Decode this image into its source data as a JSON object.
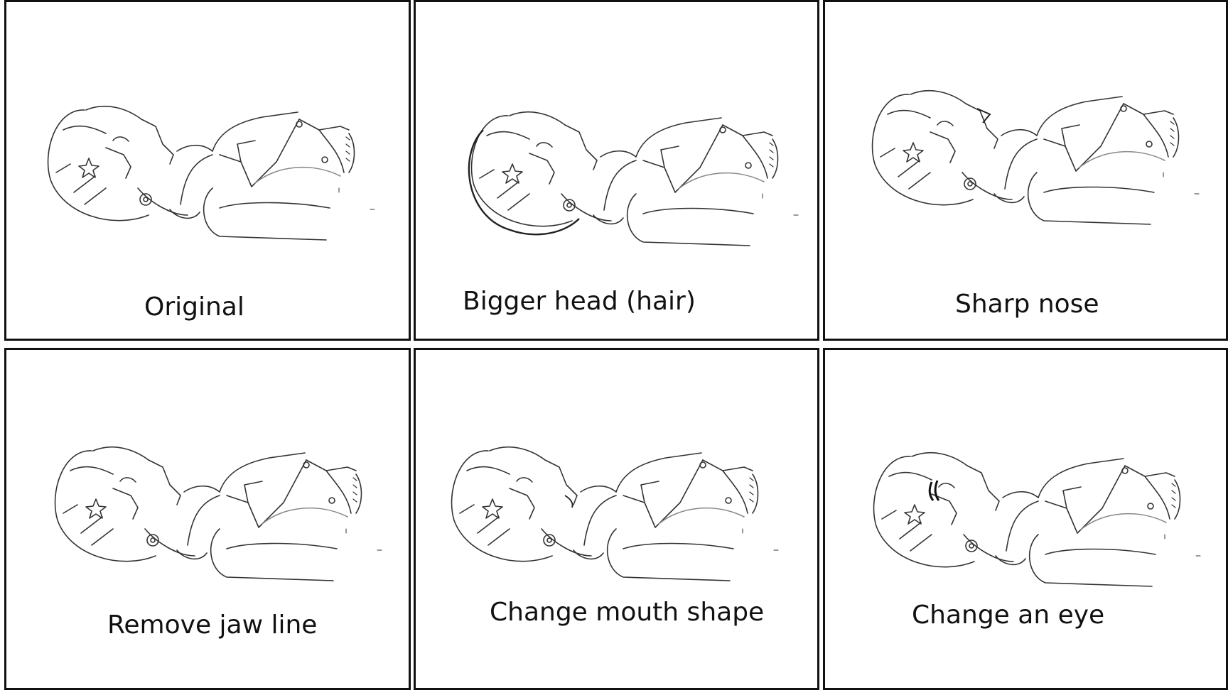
{
  "panels": [
    {
      "caption": "Original"
    },
    {
      "caption": "Bigger head (hair)"
    },
    {
      "caption": "Sharp nose"
    },
    {
      "caption": "Remove jaw line"
    },
    {
      "caption": "Change mouth shape"
    },
    {
      "caption": "Change an eye"
    }
  ],
  "colors": {
    "border": "#111111",
    "line": "#333333",
    "background": "#ffffff"
  }
}
